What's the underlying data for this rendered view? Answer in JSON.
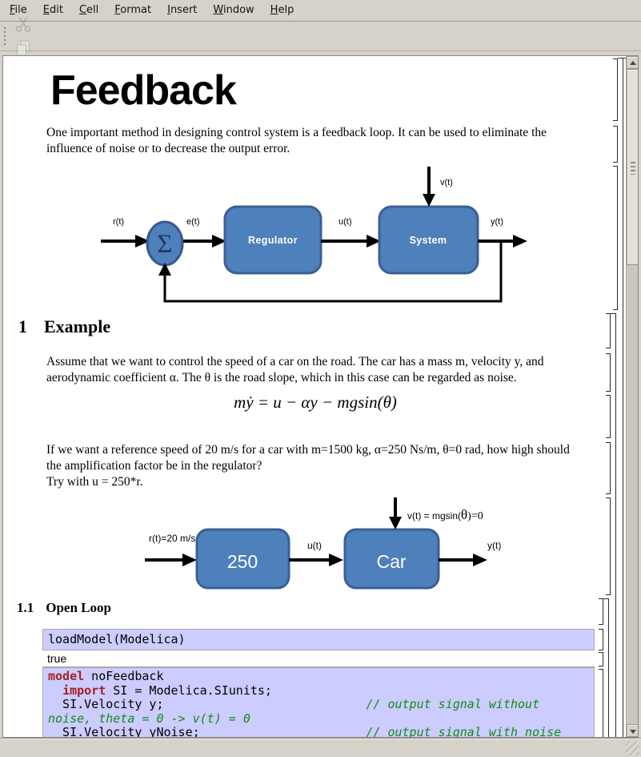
{
  "menubar": {
    "items": [
      {
        "label": "File"
      },
      {
        "label": "Edit"
      },
      {
        "label": "Cell"
      },
      {
        "label": "Format"
      },
      {
        "label": "Insert"
      },
      {
        "label": "Window"
      },
      {
        "label": "Help"
      }
    ]
  },
  "toolbar": {
    "groups": [
      [
        "new-document",
        "open-notebook",
        "save"
      ],
      [
        "print"
      ],
      [
        "undo",
        "redo"
      ],
      [
        "cut",
        "copy",
        "paste"
      ],
      [
        "find"
      ],
      [
        "insert-image",
        "underline"
      ],
      [
        "evaluate"
      ],
      [
        "stop-evaluation"
      ]
    ],
    "disabled": [
      "undo",
      "redo",
      "cut",
      "copy"
    ],
    "focused": [
      "open-notebook"
    ],
    "dropdown_after": [
      "open-notebook"
    ]
  },
  "notebook": {
    "title": "Feedback",
    "intro": "One important method in designing control system is a feedback loop. It can be used to eliminate the influence of noise or to decrease the output error.",
    "diagram1": {
      "input_label": "r(t)",
      "sum_symbol": "Σ",
      "error_label": "e(t)",
      "regulator_label": "Regulator",
      "control_label": "u(t)",
      "noise_label": "v(t)",
      "system_label": "System",
      "output_label": "y(t)"
    },
    "section1": {
      "number": "1",
      "title": "Example"
    },
    "example_text": "Assume that we want to control the speed of a car on the road. The car has a mass m, velocity y, and aerodynamic coefficient α. The θ is the road slope, which in this case can be regarded as noise.",
    "equation": "mẏ = u − αy − mgsin(θ)",
    "question_text": "If we want a reference speed of 20 m/s for a car with m=1500 kg, α=250 Ns/m, θ=0 rad, how high should the amplification factor be in the regulator?",
    "try_text": "Try with u = 250*r.",
    "diagram2": {
      "input_label": "r(t)=20 m/s",
      "gain_label": "250",
      "control_label": "u(t)",
      "noise_label_parts": [
        "v(t) = mgsin(",
        "θ",
        ")=0"
      ],
      "car_label": "Car",
      "output_label": "y(t)"
    },
    "section11": {
      "number": "1.1",
      "title": "Open Loop"
    },
    "cells": {
      "input1": "loadModel(Modelica)",
      "output1": "true",
      "input2_lines": [
        [
          {
            "s": "kw",
            "t": "model"
          },
          {
            "s": "p",
            "t": " noFeedback"
          }
        ],
        [
          {
            "s": "p",
            "t": "  "
          },
          {
            "s": "kw",
            "t": "import"
          },
          {
            "s": "p",
            "t": " SI = Modelica.SIunits;"
          }
        ],
        [
          {
            "s": "p",
            "t": "  SI.Velocity y;                            "
          },
          {
            "s": "cm",
            "t": "// output signal without"
          }
        ],
        [
          {
            "s": "cm",
            "t": "noise, theta = 0 -> v(t) = 0"
          }
        ],
        [
          {
            "s": "p",
            "t": "  SI.Velocity yNoise;                       "
          },
          {
            "s": "cm",
            "t": "// output signal with noise"
          }
        ]
      ]
    },
    "colors": {
      "block_fill": "#4e80bb",
      "block_stroke": "#3a5f94",
      "input_cell_bg": "#ccccff",
      "keyword": "#a52121",
      "comment": "#128c12"
    }
  }
}
